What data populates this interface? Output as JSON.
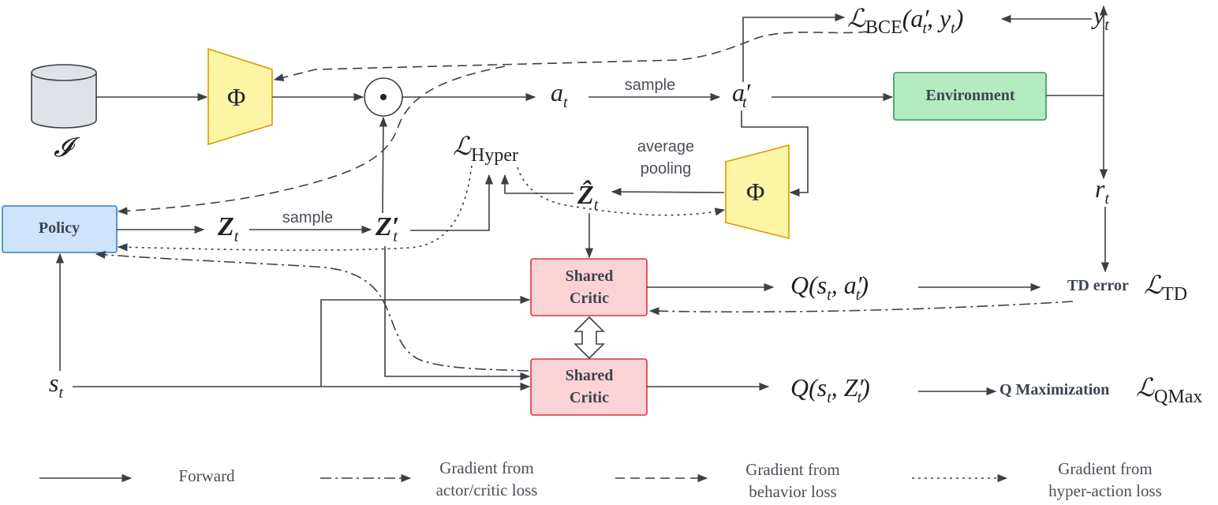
{
  "nodes": {
    "dataset_symbol": "𝓘",
    "encoder_symbol": "Φ",
    "encoder2_symbol": "Φ",
    "dot_symbol": "⊙",
    "policy_label": "Policy",
    "environment_label": "Environment",
    "critic_top_line1": "Shared",
    "critic_top_line2": "Critic",
    "critic_bottom_line1": "Shared",
    "critic_bottom_line2": "Critic"
  },
  "math": {
    "a_t": "a",
    "a_t_sub": "t",
    "a_prime": "a′",
    "a_prime_sub": "t",
    "z_t": "Z",
    "z_t_sub": "t",
    "z_prime": "Z′",
    "z_prime_sub": "t",
    "z_hat": "Ẑ",
    "z_hat_sub": "t",
    "s_t": "s",
    "s_t_sub": "t",
    "y_t": "y",
    "y_t_sub": "t",
    "r_t": "r",
    "r_t_sub": "t",
    "l_bce": "ℒ",
    "l_bce_sub": "BCE",
    "l_bce_args": "(a′",
    "l_bce_args_sub": "t",
    "l_bce_args2": ", y",
    "l_bce_args2_sub": "t",
    "l_bce_close": ")",
    "l_hyper": "ℒ",
    "l_hyper_sub": "Hyper",
    "q_top": "Q(s",
    "q_top_sub1": "t",
    "q_top_mid": ", a′",
    "q_top_sub2": "t",
    "q_top_close": ")",
    "q_bottom": "Q(s",
    "q_bottom_sub1": "t",
    "q_bottom_mid": ", Z′",
    "q_bottom_sub2": "t",
    "q_bottom_close": ")",
    "td_label": "TD error",
    "l_td": "ℒ",
    "l_td_sub": "TD",
    "qmax_label": "Q Maximization",
    "l_qmax": "ℒ",
    "l_qmax_sub": "QMax"
  },
  "edge_labels": {
    "sample_top": "sample",
    "sample_mid": "sample",
    "avg_pool_line1": "average",
    "avg_pool_line2": "pooling"
  },
  "legend": {
    "forward": "Forward",
    "actor_critic_line1": "Gradient from",
    "actor_critic_line2": "actor/critic loss",
    "behavior_line1": "Gradient from",
    "behavior_line2": "behavior loss",
    "hyper_line1": "Gradient from",
    "hyper_line2": "hyper-action loss"
  },
  "colors": {
    "encoder_fill": "#fdf5a6",
    "encoder_stroke": "#d79b00",
    "policy_fill": "#cfe3fb",
    "policy_stroke": "#2f7fd8",
    "env_fill": "#b3ecc0",
    "env_stroke": "#2e9a5c",
    "critic_fill": "#fbd3d6",
    "critic_stroke": "#d9363e",
    "db_fill": "#dfe3e8",
    "db_stroke": "#3b4048"
  }
}
